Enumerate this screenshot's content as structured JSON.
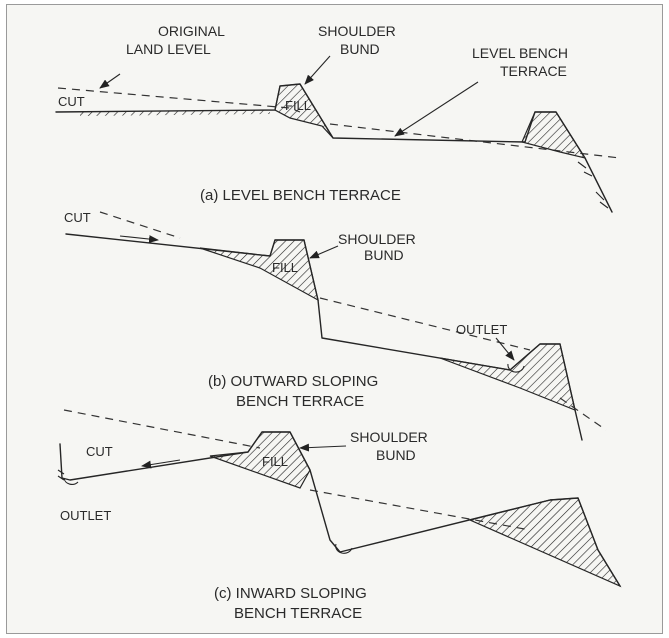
{
  "panel_a": {
    "original_land_level_line1": "ORIGINAL",
    "original_land_level_line2": "LAND LEVEL",
    "shoulder_bund_line1": "SHOULDER",
    "shoulder_bund_line2": "BUND",
    "level_bench_line1": "LEVEL BENCH",
    "level_bench_line2": "TERRACE",
    "cut": "CUT",
    "fill": "FILL",
    "caption": "(a) LEVEL BENCH TERRACE"
  },
  "panel_b": {
    "cut": "CUT",
    "shoulder_bund_line1": "SHOULDER",
    "shoulder_bund_line2": "BUND",
    "fill": "FILL",
    "outlet": "OUTLET",
    "caption_line1": "(b) OUTWARD SLOPING",
    "caption_line2": "BENCH TERRACE"
  },
  "panel_c": {
    "cut": "CUT",
    "shoulder_bund_line1": "SHOULDER",
    "shoulder_bund_line2": "BUND",
    "fill": "FILL",
    "outlet": "OUTLET",
    "caption_line1": "(c) INWARD SLOPING",
    "caption_line2": "BENCH TERRACE"
  }
}
